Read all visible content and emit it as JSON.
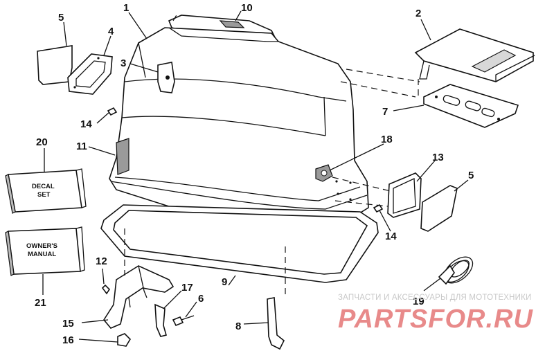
{
  "callouts": {
    "c1": "1",
    "c2": "2",
    "c3": "3",
    "c4": "4",
    "c5a": "5",
    "c5b": "5",
    "c6": "6",
    "c7": "7",
    "c8": "8",
    "c9": "9",
    "c10": "10",
    "c11": "11",
    "c12": "12",
    "c13": "13",
    "c14a": "14",
    "c14b": "14",
    "c15": "15",
    "c16": "16",
    "c17": "17",
    "c18": "18",
    "c19": "19",
    "c20": "20",
    "c21": "21"
  },
  "boxes": {
    "decal_line1": "DECAL",
    "decal_line2": "SET",
    "manual_line1": "OWNER'S",
    "manual_line2": "MANUAL"
  },
  "watermark": {
    "tagline": "ЗАПЧАСТИ И АКСЕССУАРЫ ДЛЯ МОТОТЕХНИКИ",
    "logo": "PARTSFOR.RU"
  }
}
